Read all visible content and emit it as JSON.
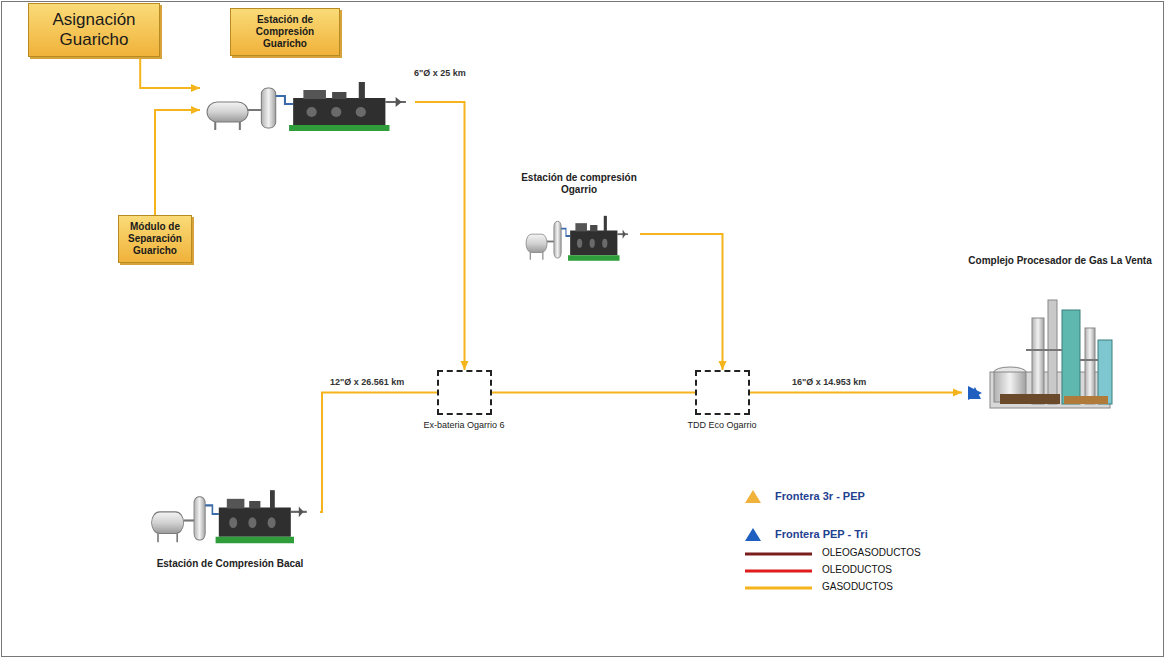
{
  "diagram": {
    "nodes": [
      {
        "text": [
          "Asignación Guaricho"
        ]
      },
      {
        "text": [
          "Estación de Compresión Guaricho"
        ]
      },
      {
        "text": [
          "Módulo de Separación Guaricho"
        ]
      },
      {
        "text": [
          "Estación de compresión Ogarrio"
        ]
      },
      {
        "text": [
          "Ex-bateria Ogarrio 6"
        ]
      },
      {
        "text": [
          "TDD Eco Ogarrio"
        ]
      },
      {
        "text": [
          "Estación de Compresión Bacal"
        ]
      },
      {
        "text": [
          "Complejo Procesador de Gas La Venta"
        ]
      }
    ],
    "edges": [
      {
        "from": 0,
        "to": 1,
        "arrow": "to"
      },
      {
        "from": 2,
        "to": 1,
        "arrow": "to"
      },
      {
        "from": 1,
        "to": 4,
        "arrow": "to",
        "label": "6\"Ø x 25 km"
      },
      {
        "from": 6,
        "to": 4,
        "arrow": "none",
        "label": "12\"Ø x 26.561 km"
      },
      {
        "from": 4,
        "to": 5,
        "arrow": "none"
      },
      {
        "from": 3,
        "to": 5,
        "arrow": "to"
      },
      {
        "from": 5,
        "to": 7,
        "arrow": "to",
        "label": "16\"Ø x 14.953 km"
      }
    ],
    "legend": [
      {
        "text": "Frontera 3r - PEP"
      },
      {
        "text": "Frontera PEP - Tri"
      },
      {
        "text": "OLEOGASODUCTOS"
      },
      {
        "text": "OLEODUCTOS"
      },
      {
        "text": "GASODUCTOS"
      }
    ]
  }
}
